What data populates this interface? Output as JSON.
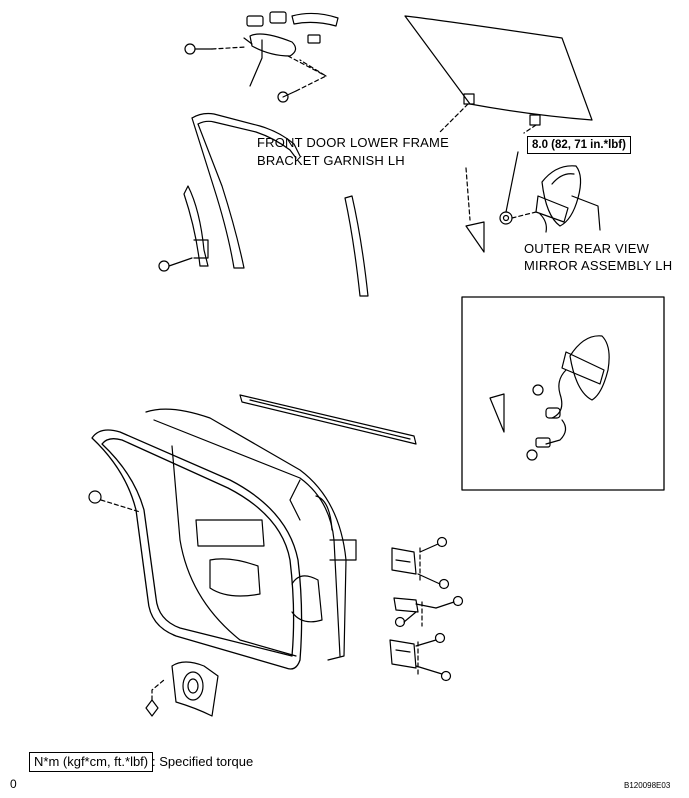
{
  "labels": {
    "garnish_line1": "FRONT DOOR LOWER FRAME",
    "garnish_line2": "BRACKET GARNISH LH",
    "torque": "8.0 (82, 71 in.*lbf)",
    "mirror_line1": "OUTER REAR VIEW",
    "mirror_line2": "MIRROR ASSEMBLY LH"
  },
  "legend": {
    "unit_box": "N*m (kgf*cm, ft.*lbf)",
    "description": ": Specified torque"
  },
  "footer": {
    "left_mark": "0",
    "figure_id": "B120098E03"
  }
}
